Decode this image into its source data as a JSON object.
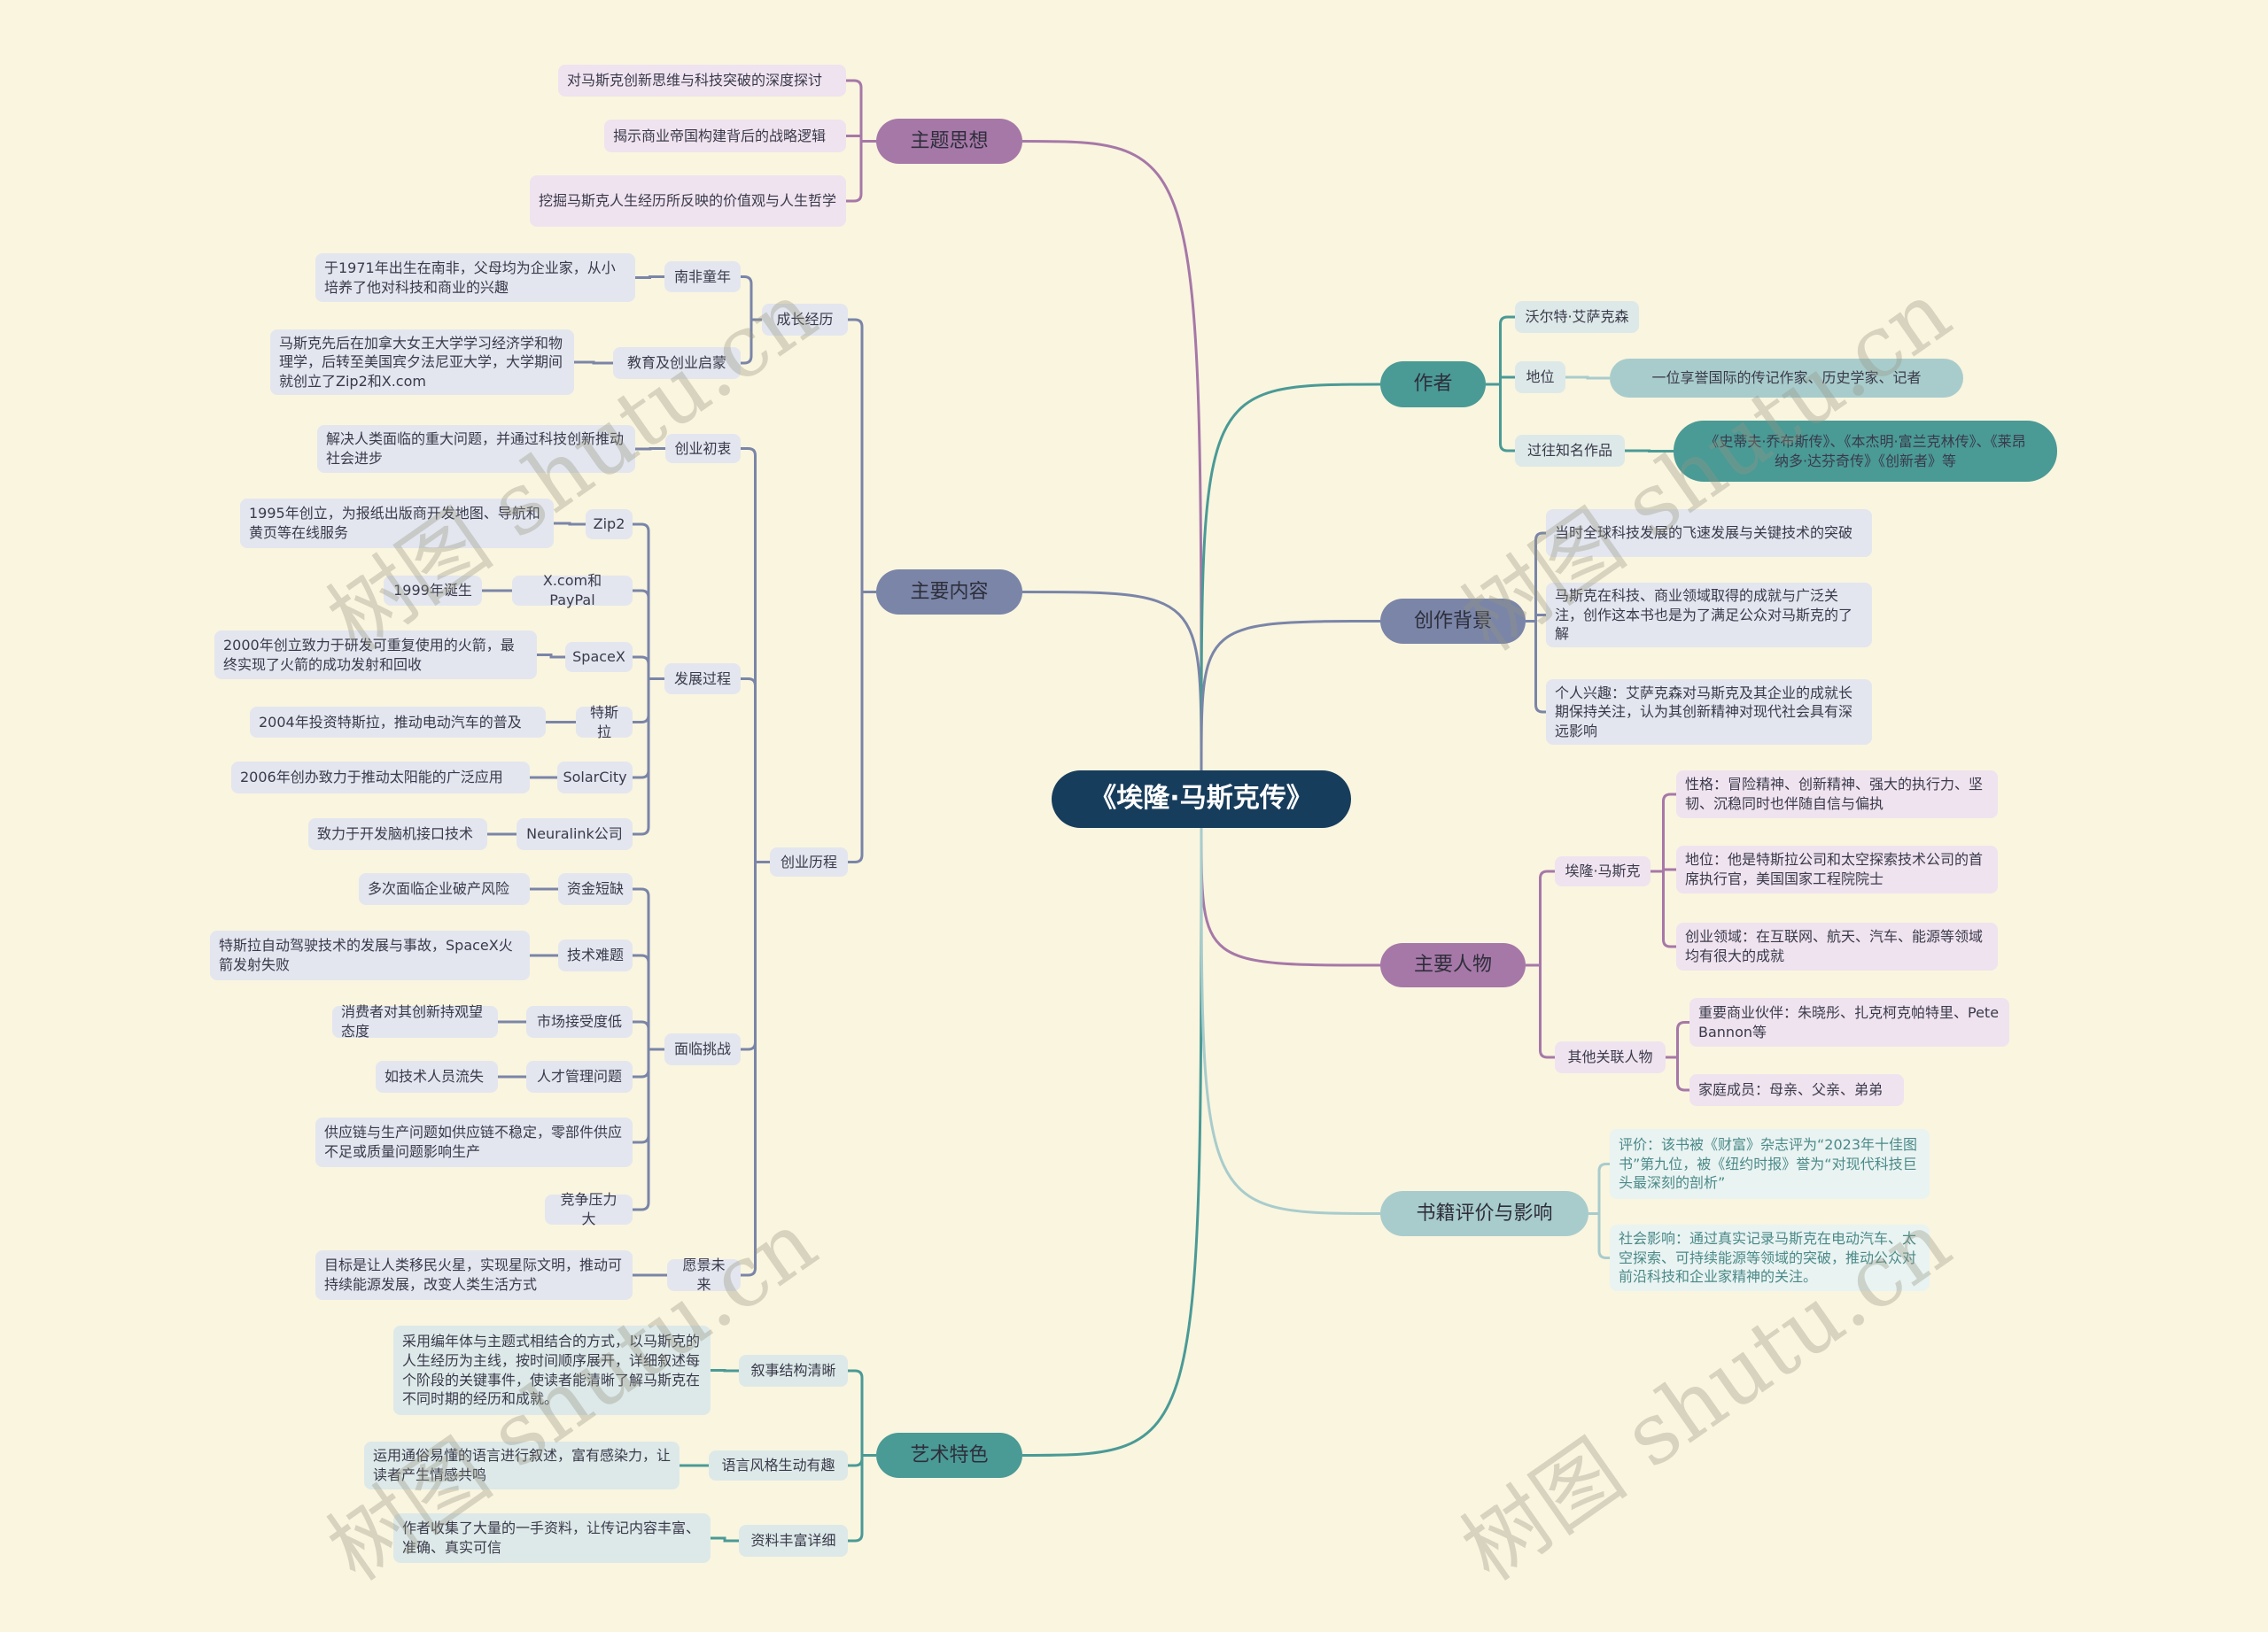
{
  "title": "《埃隆·马斯克传》",
  "theme": {
    "label": "主题思想",
    "items": [
      "对马斯克创新思维与科技突破的深度探讨",
      "揭示商业帝国构建背后的战略逻辑",
      "挖掘马斯克人生经历所反映的价值观与人生哲学"
    ]
  },
  "content": {
    "label": "主要内容",
    "growth": {
      "label": "成长经历",
      "children": [
        {
          "label": "南非童年",
          "text": "于1971年出生在南非，父母均为企业家，从小培养了他对科技和商业的兴趣"
        },
        {
          "label": "教育及创业启蒙",
          "text": "马斯克先后在加拿大女王大学学习经济学和物理学，后转至美国宾夕法尼亚大学，大学期间就创立了Zip2和X.com"
        }
      ]
    },
    "career": {
      "label": "创业历程",
      "motive": {
        "label": "创业初衷",
        "text": "解决人类面临的重大问题，并通过科技创新推动社会进步"
      },
      "development": {
        "label": "发展过程",
        "children": [
          {
            "label": "Zip2",
            "text": "1995年创立，为报纸出版商开发地图、导航和黄页等在线服务"
          },
          {
            "label": "X.com和PayPal",
            "text": "1999年诞生"
          },
          {
            "label": "SpaceX",
            "text": "2000年创立致力于研发可重复使用的火箭，最终实现了火箭的成功发射和回收"
          },
          {
            "label": "特斯拉",
            "text": "2004年投资特斯拉，推动电动汽车的普及"
          },
          {
            "label": "SolarCity",
            "text": "2006年创办致力于推动太阳能的广泛应用"
          },
          {
            "label": "Neuralink公司",
            "text": "致力于开发脑机接口技术"
          }
        ]
      },
      "challenges": {
        "label": "面临挑战",
        "children": [
          {
            "label": "资金短缺",
            "text": "多次面临企业破产风险"
          },
          {
            "label": "技术难题",
            "text": "特斯拉自动驾驶技术的发展与事故，SpaceX火箭发射失败"
          },
          {
            "label": "市场接受度低",
            "text": "消费者对其创新持观望态度"
          },
          {
            "label": "人才管理问题",
            "text": "如技术人员流失"
          }
        ],
        "supply_chain": "供应链与生产问题如供应链不稳定，零部件供应不足或质量问题影响生产",
        "competition": "竞争压力大"
      },
      "vision": {
        "label": "愿景未来",
        "text": "目标是让人类移民火星，实现星际文明，推动可持续能源发展，改变人类生活方式"
      }
    }
  },
  "art": {
    "label": "艺术特色",
    "items": [
      {
        "label": "叙事结构清晰",
        "text": "采用编年体与主题式相结合的方式，以马斯克的人生经历为主线，按时间顺序展开，详细叙述每个阶段的关键事件，使读者能清晰了解马斯克在不同时期的经历和成就。"
      },
      {
        "label": "语言风格生动有趣",
        "text": "运用通俗易懂的语言进行叙述，富有感染力，让读者产生情感共鸣"
      },
      {
        "label": "资料丰富详细",
        "text": "作者收集了大量的一手资料，让传记内容丰富、准确、真实可信"
      }
    ]
  },
  "author": {
    "label": "作者",
    "name": "沃尔特·艾萨克森",
    "status": {
      "label": "地位",
      "text": "一位享誉国际的传记作家、历史学家、记者"
    },
    "works": {
      "label": "过往知名作品",
      "text": "《史蒂夫·乔布斯传》、《本杰明·富兰克林传》、《莱昂纳多·达芬奇传》《创新者》等"
    }
  },
  "background": {
    "label": "创作背景",
    "items": [
      "当时全球科技发展的飞速发展与关键技术的突破",
      "马斯克在科技、商业领域取得的成就与广泛关注，创作这本书也是为了满足公众对马斯克的了解",
      "个人兴趣：艾萨克森对马斯克及其企业的成就长期保持关注，认为其创新精神对现代社会具有深远影响"
    ]
  },
  "characters": {
    "label": "主要人物",
    "musk": {
      "label": "埃隆·马斯克",
      "items": [
        "性格：冒险精神、创新精神、强大的执行力、坚韧、沉稳同时也伴随自信与偏执",
        "地位：他是特斯拉公司和太空探索技术公司的首席执行官，美国国家工程院院士",
        "创业领域：在互联网、航天、汽车、能源等领域均有很大的成就"
      ]
    },
    "others": {
      "label": "其他关联人物",
      "items": [
        "重要商业伙伴：朱晓彤、扎克柯克帕特里、Pete Bannon等",
        "家庭成员：母亲、父亲、弟弟"
      ]
    }
  },
  "reviews": {
    "label": "书籍评价与影响",
    "items": [
      "评价：该书被《财富》杂志评为“2023年十佳图书”第九位，被《纽约时报》誉为“对现代科技巨头最深刻的剖析”",
      "社会影响：通过真实记录马斯克在电动汽车、太空探索、可持续能源等领域的突破，推动公众对前沿科技和企业家精神的关注。"
    ]
  },
  "watermark": "树图 shutu.cn",
  "colors": {
    "center": "#173d5c",
    "purple": "#a678a8",
    "slate": "#7a85a8",
    "teal": "#4a9a96",
    "light_teal": "#a8cccc"
  }
}
